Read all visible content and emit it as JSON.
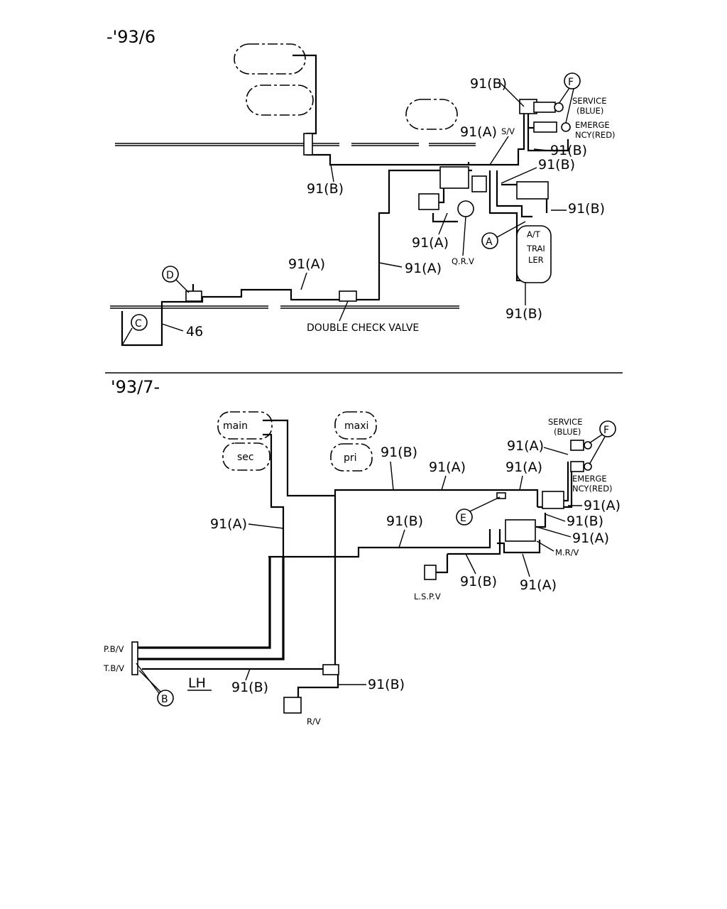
{
  "section_top": {
    "title": "-'93/6",
    "labels": {
      "l91b_top": "91(B)",
      "l91a_sv": "91(A)",
      "sv": "S/V",
      "service": "SERVICE",
      "service_color": "(BLUE)",
      "emergency": "EMERGE",
      "emergency2": "NCY(RED)",
      "l91b_e1": "91(B)",
      "l91b_e2": "91(B)",
      "l91b_left": "91(B)",
      "l91b_right": "91(B)",
      "l91a_qrv": "91(A)",
      "qrv": "Q.R.V",
      "l91a_mid": "91(A)",
      "l91a_vert": "91(A)",
      "tank_a": "A/T",
      "tank_b": "TRAI",
      "tank_c": "LER",
      "l91b_bottom": "91(B)",
      "l46": "46",
      "double_check": "DOUBLE CHECK VALVE",
      "callout_a": "A",
      "callout_c": "C",
      "callout_d": "D",
      "callout_f": "F"
    }
  },
  "section_bottom": {
    "title": "'93/7-",
    "tanks": {
      "main": "main",
      "sec": "sec",
      "maxi": "maxi",
      "pri": "pri"
    },
    "labels": {
      "service": "SERVICE",
      "service_color": "(BLUE)",
      "emergency": "EMERGE",
      "emergency2": "NCY(RED)",
      "l91a_top": "91(A)",
      "l91b_top": "91(B)",
      "l91a_mid1": "91(A)",
      "l91a_mid2": "91(A)",
      "l91a_left": "91(A)",
      "l91b_mid": "91(B)",
      "l91a_r1": "91(A)",
      "l91b_r2": "91(B)",
      "l91a_r3": "91(A)",
      "mrv": "M.R/V",
      "l91b_lspv": "91(B)",
      "l91a_bot": "91(A)",
      "lspv": "L.S.P.V",
      "pbv": "P.B/V",
      "tbv": "T.B/V",
      "lh": "LH",
      "l91b_low": "91(B)",
      "l91b_rv": "91(B)",
      "rv": "R/V",
      "callout_b": "B",
      "callout_e": "E",
      "callout_f": "F"
    }
  }
}
